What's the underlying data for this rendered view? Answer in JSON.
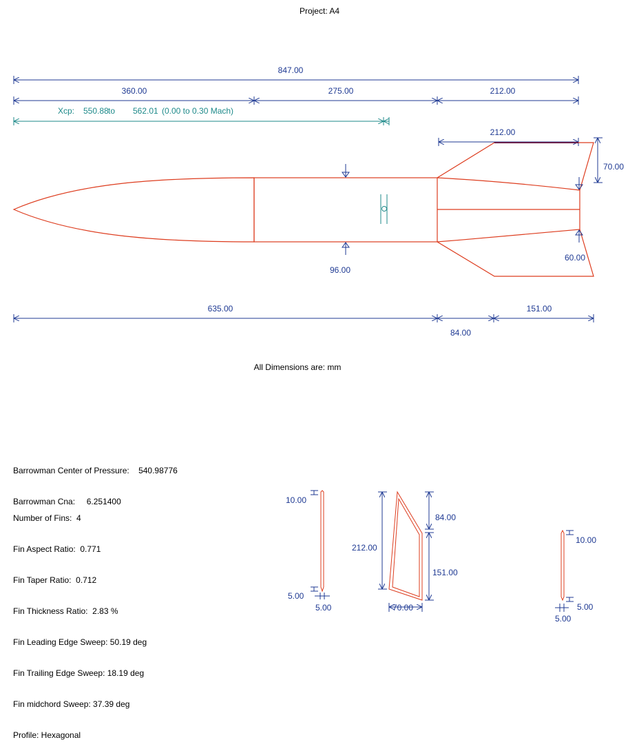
{
  "project": {
    "label": "Project:",
    "name": "A4"
  },
  "colors": {
    "outline": "#dd3c1e",
    "dimension": "#1f3a93",
    "cp_marker": "#1e8a8a",
    "text": "#000000"
  },
  "dimensions": {
    "overall_length": "847.00",
    "nose_length": "360.00",
    "body_length": "275.00",
    "tail_length": "212.00",
    "fin_root": "212.00",
    "fin_height_top": "70.00",
    "fin_height_bottom": "60.00",
    "body_diameter": "96.00",
    "fin_position": "635.00",
    "fin_sweep_length": "84.00",
    "fin_tip_length": "151.00"
  },
  "xcp": {
    "label": "Xcp:",
    "min": "550.88",
    "to1": "to",
    "max": "562.01",
    "range": "(0.00   to 0.30 Mach)"
  },
  "units_note": "All Dimensions are: mm",
  "barrowman": {
    "cp_label": "Barrowman Center of Pressure:",
    "cp_value": "540.98776",
    "cna_label": "Barrowman Cna:",
    "cna_value": "6.251400"
  },
  "fin_info": [
    "Number of Fins:  4",
    "Fin Aspect Ratio:  0.771",
    "Fin Taper Ratio:  0.712",
    "Fin Thickness Ratio:  2.83 %",
    "Fin Leading Edge Sweep: 50.19 deg",
    "Fin Trailing Edge Sweep: 18.19 deg",
    "Fin midchord Sweep: 37.39 deg",
    "Profile: Hexagonal"
  ],
  "fin_views": {
    "root_thickness": "10.00",
    "tip_thickness": "5.00",
    "tip_width": "5.00",
    "span": "212.00",
    "sweep": "84.00",
    "tip_chord": "151.00",
    "chord_bottom": "70.00",
    "right_thickness": "10.00",
    "right_tip": "5.00",
    "right_tip_width": "5.00"
  }
}
